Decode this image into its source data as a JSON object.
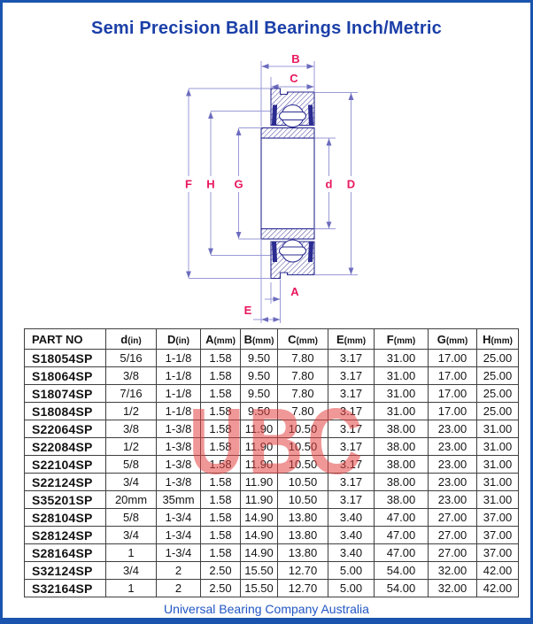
{
  "page": {
    "title": "Semi Precision Ball Bearings Inch/Metric",
    "footer": "Universal Bearing Company Australia",
    "title_color": "#1b3fa8",
    "border_color": "#1b54ae",
    "footer_color": "#2156c4"
  },
  "watermark": {
    "text": "UBC",
    "color": "#e44242"
  },
  "diagram": {
    "label_color": "#e8175d",
    "line_color": "#9a9ad8",
    "outline_color": "#2b2b91",
    "labels": {
      "B": "B",
      "C": "C",
      "F": "F",
      "H": "H",
      "G": "G",
      "d": "d",
      "D": "D",
      "A": "A",
      "E": "E"
    }
  },
  "table": {
    "headers": [
      {
        "main": "PART NO",
        "sub": ""
      },
      {
        "main": "d",
        "sub": "(in)"
      },
      {
        "main": "D",
        "sub": "(in)"
      },
      {
        "main": "A",
        "sub": "(mm)"
      },
      {
        "main": "B",
        "sub": "(mm)"
      },
      {
        "main": "C",
        "sub": "(mm)"
      },
      {
        "main": "E",
        "sub": "(mm)"
      },
      {
        "main": "F",
        "sub": "(mm)"
      },
      {
        "main": "G",
        "sub": "(mm)"
      },
      {
        "main": "H",
        "sub": "(mm)"
      }
    ],
    "rows": [
      [
        "S18054SP",
        "5/16",
        "1-1/8",
        "1.58",
        "9.50",
        "7.80",
        "3.17",
        "31.00",
        "17.00",
        "25.00"
      ],
      [
        "S18064SP",
        "3/8",
        "1-1/8",
        "1.58",
        "9.50",
        "7.80",
        "3.17",
        "31.00",
        "17.00",
        "25.00"
      ],
      [
        "S18074SP",
        "7/16",
        "1-1/8",
        "1.58",
        "9.50",
        "7.80",
        "3.17",
        "31.00",
        "17.00",
        "25.00"
      ],
      [
        "S18084SP",
        "1/2",
        "1-1/8",
        "1.58",
        "9.50",
        "7.80",
        "3.17",
        "31.00",
        "17.00",
        "25.00"
      ],
      [
        "S22064SP",
        "3/8",
        "1-3/8",
        "1.58",
        "11.90",
        "10.50",
        "3.17",
        "38.00",
        "23.00",
        "31.00"
      ],
      [
        "S22084SP",
        "1/2",
        "1-3/8",
        "1.58",
        "11.90",
        "10.50",
        "3.17",
        "38.00",
        "23.00",
        "31.00"
      ],
      [
        "S22104SP",
        "5/8",
        "1-3/8",
        "1.58",
        "11.90",
        "10.50",
        "3.17",
        "38.00",
        "23.00",
        "31.00"
      ],
      [
        "S22124SP",
        "3/4",
        "1-3/8",
        "1.58",
        "11.90",
        "10.50",
        "3.17",
        "38.00",
        "23.00",
        "31.00"
      ],
      [
        "S35201SP",
        "20mm",
        "35mm",
        "1.58",
        "11.90",
        "10.50",
        "3.17",
        "38.00",
        "23.00",
        "31.00"
      ],
      [
        "S28104SP",
        "5/8",
        "1-3/4",
        "1.58",
        "14.90",
        "13.80",
        "3.40",
        "47.00",
        "27.00",
        "37.00"
      ],
      [
        "S28124SP",
        "3/4",
        "1-3/4",
        "1.58",
        "14.90",
        "13.80",
        "3.40",
        "47.00",
        "27.00",
        "37.00"
      ],
      [
        "S28164SP",
        "1",
        "1-3/4",
        "1.58",
        "14.90",
        "13.80",
        "3.40",
        "47.00",
        "27.00",
        "37.00"
      ],
      [
        "S32124SP",
        "3/4",
        "2",
        "2.50",
        "15.50",
        "12.70",
        "5.00",
        "54.00",
        "32.00",
        "42.00"
      ],
      [
        "S32164SP",
        "1",
        "2",
        "2.50",
        "15.50",
        "12.70",
        "5.00",
        "54.00",
        "32.00",
        "42.00"
      ]
    ]
  }
}
